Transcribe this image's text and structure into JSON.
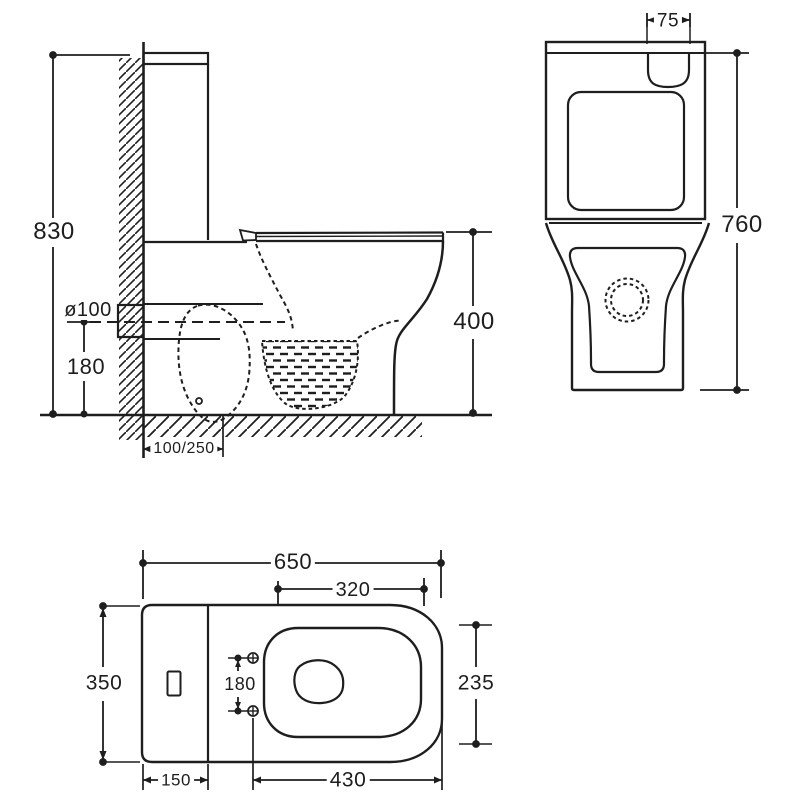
{
  "drawing": {
    "title": "Close-coupled toilet dimensional drawing",
    "colors": {
      "background": "#ffffff",
      "line": "#1e1e1e"
    },
    "views": {
      "side": {
        "label": "side-elevation",
        "dims": {
          "overall_height": "830",
          "outlet_diameter": "ø100",
          "outlet_center_height": "180",
          "rim_height": "400",
          "outlet_setout": "100/250"
        }
      },
      "front": {
        "label": "front-elevation",
        "dims": {
          "flush_button_width": "75",
          "overall_height": "760"
        }
      },
      "plan": {
        "label": "plan-view",
        "dims": {
          "overall_length": "650",
          "seat_opening_length": "320",
          "overall_width": "350",
          "seat_width": "235",
          "hinge_fixing_centres": "180",
          "cistern_depth": "150",
          "pan_projection": "430"
        }
      }
    }
  }
}
